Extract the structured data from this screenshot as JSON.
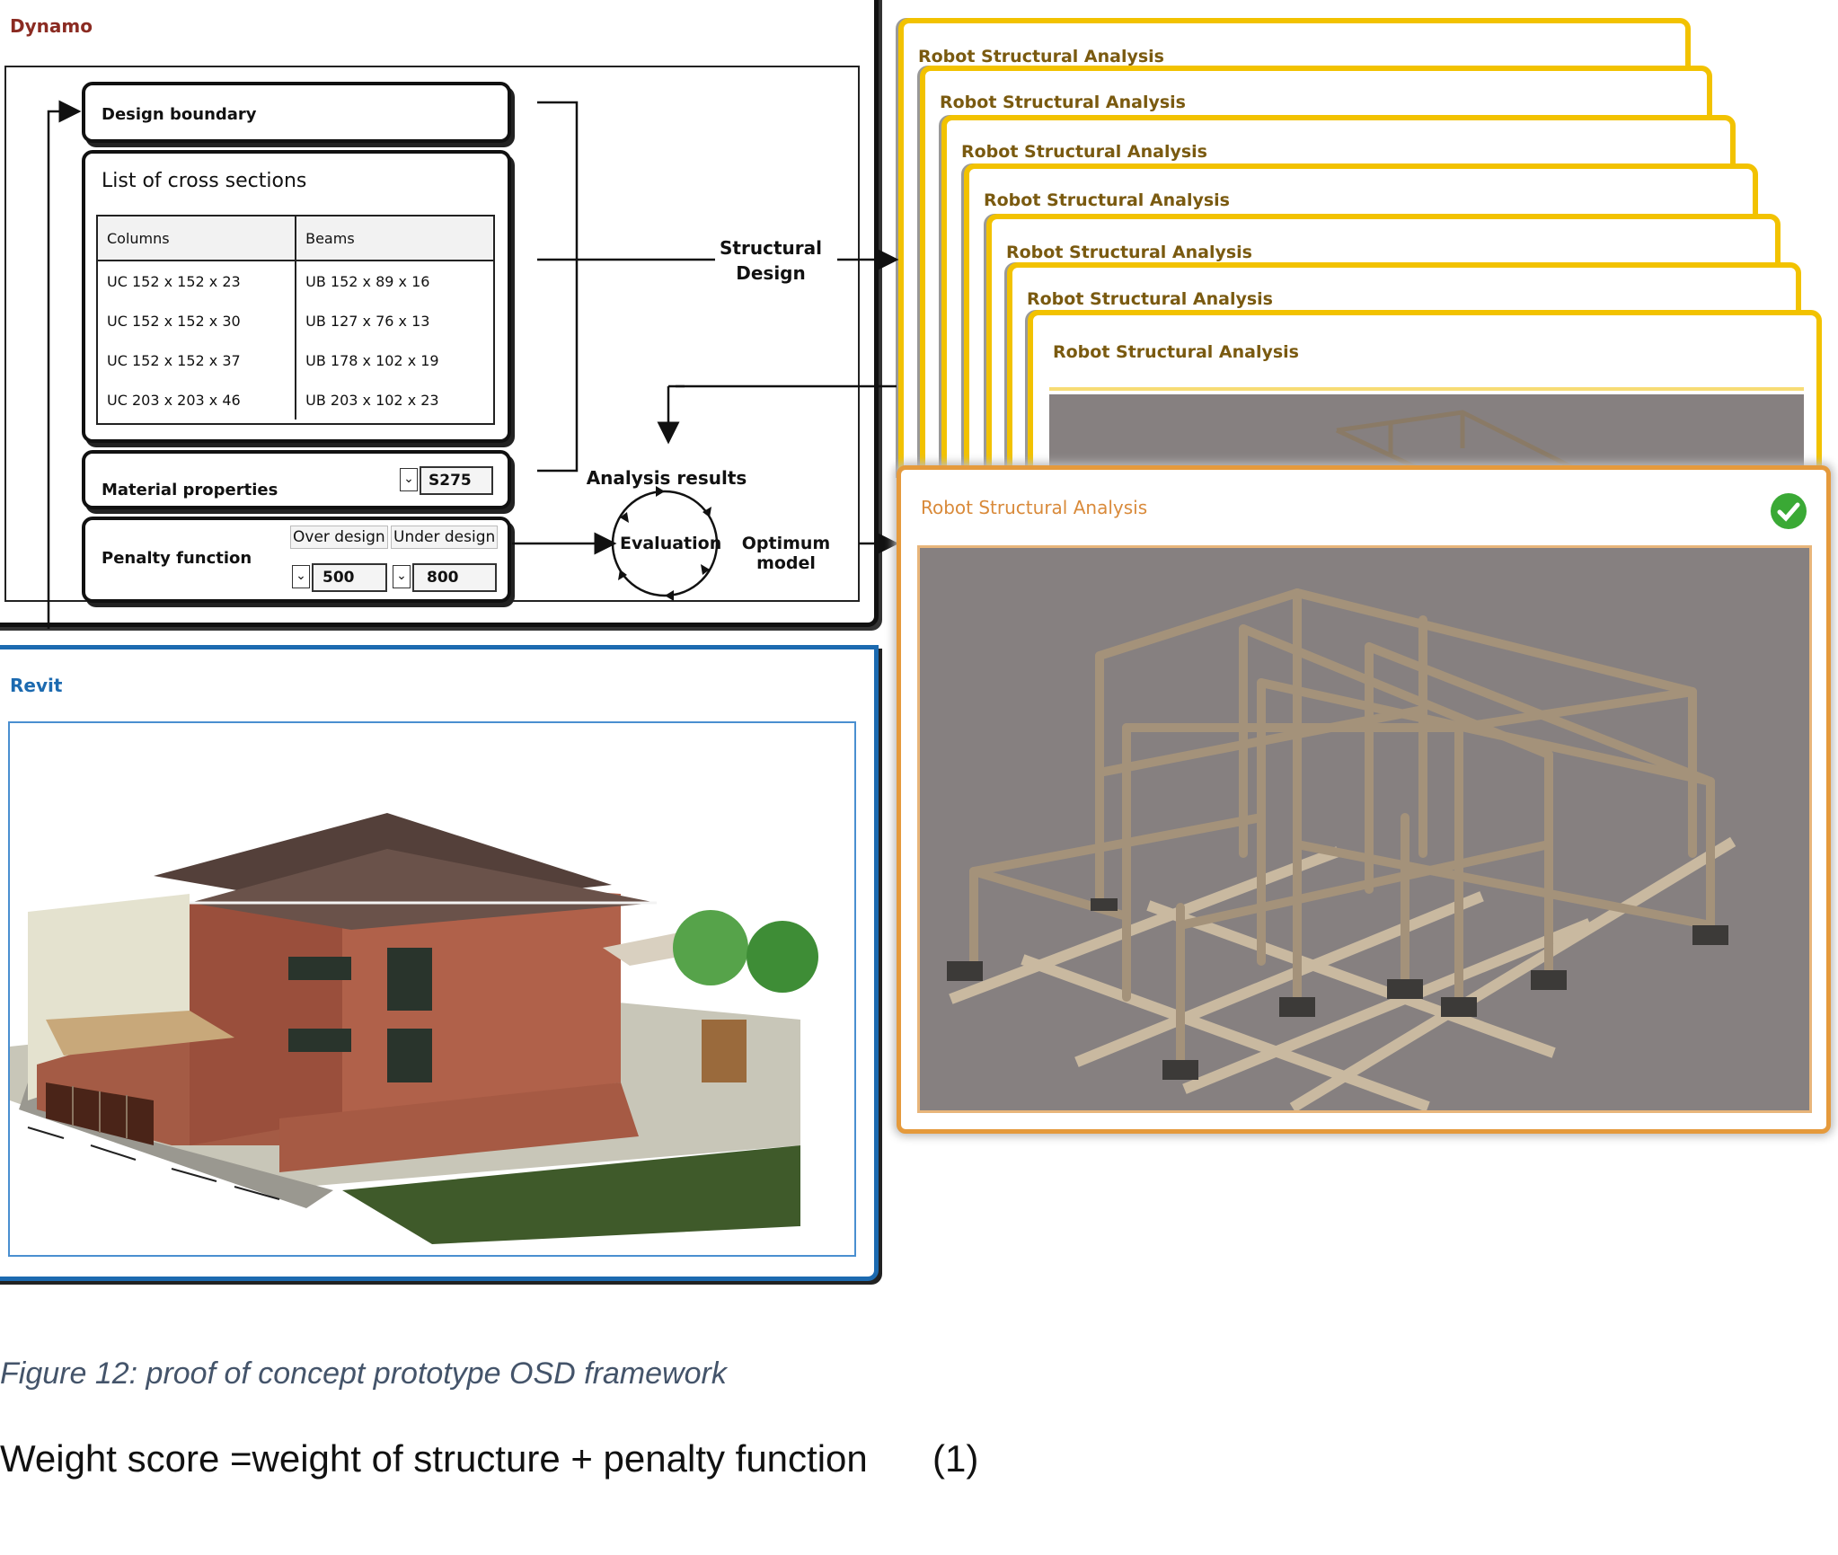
{
  "dynamo": {
    "title": "Dynamo",
    "design_boundary": "Design boundary",
    "cross_sections": {
      "title": "List of cross sections",
      "headers": [
        "Columns",
        "Beams"
      ],
      "rows": [
        [
          "UC 152 x 152 x 23",
          "UB 152 x 89 x 16"
        ],
        [
          "UC 152 x 152 x 30",
          "UB 127 x 76 x 13"
        ],
        [
          "UC 152 x 152 x 37",
          "UB 178 x 102 x 19"
        ],
        [
          "UC 203 x 203 x 46",
          "UB 203 x 102 x 23"
        ]
      ]
    },
    "material": {
      "label": "Material properties",
      "value": "S275"
    },
    "penalty": {
      "label": "Penalty function",
      "over_label": "Over design",
      "under_label": "Under design",
      "over_value": "500",
      "under_value": "800"
    },
    "flow": {
      "structural_design": "Structural Design",
      "analysis_results": "Analysis results",
      "evaluation": "Evaluation",
      "optimum_model": "Optimum model"
    }
  },
  "robot": {
    "window_titles": [
      "Robot Structural Analysis",
      "Robot Structural Analysis",
      "Robot Structural Analysis",
      "Robot Structural Analysis",
      "Robot Structural Analysis",
      "Robot Structural Analysis",
      "Robot Structural Analysis"
    ],
    "front_title": "Robot Structural Analysis",
    "colors": {
      "border": "#f2c200",
      "front_border": "#e59a3c",
      "check": "#3aa935",
      "viewport": "#868080"
    }
  },
  "revit": {
    "title": "Revit"
  },
  "caption": "Figure 12: proof of concept prototype OSD framework",
  "equation": {
    "text": "Weight score =weight of structure + penalty function",
    "number": "(1)"
  }
}
